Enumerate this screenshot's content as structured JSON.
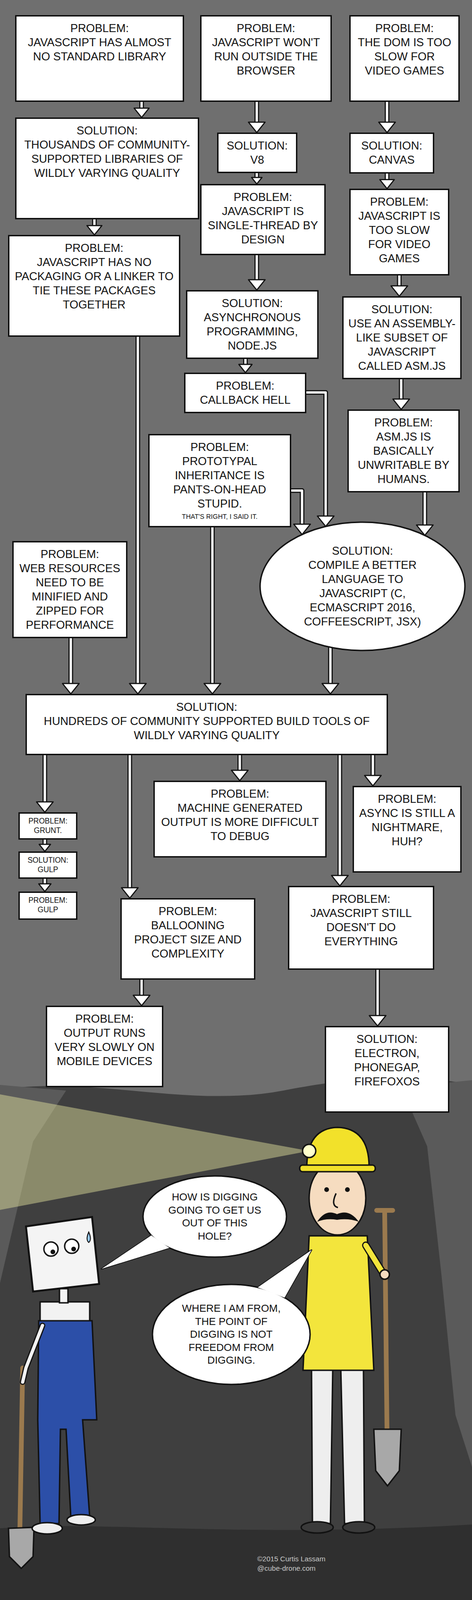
{
  "diagram": {
    "nodes": [
      {
        "text": [
          "PROBLEM:",
          "JAVASCRIPT HAS ALMOST NO STANDARD LIBRARY"
        ]
      },
      {
        "text": [
          "PROBLEM:",
          "JAVASCRIPT WON'T RUN OUTSIDE THE BROWSER"
        ]
      },
      {
        "text": [
          "PROBLEM:",
          "THE DOM IS TOO SLOW FOR VIDEO GAMES"
        ]
      },
      {
        "text": [
          "SOLUTION:",
          "THOUSANDS OF COMMUNITY-SUPPORTED LIBRARIES OF WILDLY VARYING QUALITY"
        ]
      },
      {
        "text": [
          "SOLUTION:",
          "V8"
        ]
      },
      {
        "text": [
          "SOLUTION:",
          "CANVAS"
        ]
      },
      {
        "text": [
          "PROBLEM:",
          "JAVASCRIPT IS SINGLE-THREAD BY DESIGN"
        ]
      },
      {
        "text": [
          "PROBLEM:",
          "JAVASCRIPT IS TOO SLOW FOR VIDEO GAMES"
        ]
      },
      {
        "text": [
          "PROBLEM:",
          "JAVASCRIPT HAS NO PACKAGING OR A LINKER TO TIE THESE PACKAGES TOGETHER"
        ]
      },
      {
        "text": [
          "SOLUTION:",
          "ASYNCHRONOUS PROGRAMMING, NODE.JS"
        ]
      },
      {
        "text": [
          "SOLUTION:",
          "USE AN ASSEMBLY-LIKE SUBSET OF JAVASCRIPT CALLED ASM.JS"
        ]
      },
      {
        "text": [
          "PROBLEM:",
          "CALLBACK HELL"
        ]
      },
      {
        "text": [
          "PROBLEM:",
          "PROTOTYPAL INHERITANCE IS PANTS-ON-HEAD STUPID.",
          "THAT'S RIGHT, I SAID IT."
        ]
      },
      {
        "text": [
          "PROBLEM:",
          "ASM.JS IS BASICALLY UNWRITABLE BY HUMANS."
        ]
      },
      {
        "text": [
          "PROBLEM:",
          "WEB RESOURCES NEED TO BE MINIFIED AND ZIPPED FOR PERFORMANCE"
        ]
      },
      {
        "text": [
          "SOLUTION:",
          "COMPILE A BETTER LANGUAGE TO JAVASCRIPT (C, ECMASCRIPT 2016, COFFEESCRIPT, JSX)"
        ]
      },
      {
        "text": [
          "SOLUTION:",
          "HUNDREDS OF COMMUNITY SUPPORTED BUILD TOOLS OF WILDLY VARYING QUALITY"
        ]
      },
      {
        "text": [
          "PROBLEM:",
          "GRUNT."
        ]
      },
      {
        "text": [
          "PROBLEM:",
          "MACHINE GENERATED OUTPUT IS MORE DIFFICULT TO DEBUG"
        ]
      },
      {
        "text": [
          "PROBLEM:",
          "ASYNC IS STILL A NIGHTMARE, HUH?"
        ]
      },
      {
        "text": [
          "SOLUTION:",
          "GULP"
        ]
      },
      {
        "text": [
          "PROBLEM:",
          "GULP"
        ]
      },
      {
        "text": [
          "PROBLEM:",
          "BALLOONING PROJECT SIZE AND COMPLEXITY"
        ]
      },
      {
        "text": [
          "PROBLEM:",
          "JAVASCRIPT STILL DOESN'T DO EVERYTHING"
        ]
      },
      {
        "text": [
          "PROBLEM:",
          "OUTPUT RUNS VERY SLOWLY ON MOBILE DEVICES"
        ]
      },
      {
        "text": [
          "SOLUTION:",
          "ELECTRON, PHONEGAP, FIREFOXOS"
        ]
      },
      {
        "text": [
          "HOW IS DIGGING GOING TO GET US OUT OF THIS HOLE?"
        ]
      },
      {
        "text": [
          "WHERE I AM FROM, THE POINT OF DIGGING IS NOT FREEDOM FROM DIGGING."
        ]
      }
    ],
    "edges": [
      {
        "from": 0,
        "to": 3,
        "arrow": "to"
      },
      {
        "from": 1,
        "to": 4,
        "arrow": "to"
      },
      {
        "from": 2,
        "to": 5,
        "arrow": "to"
      },
      {
        "from": 3,
        "to": 8,
        "arrow": "to"
      },
      {
        "from": 4,
        "to": 6,
        "arrow": "to"
      },
      {
        "from": 5,
        "to": 7,
        "arrow": "to"
      },
      {
        "from": 6,
        "to": 9,
        "arrow": "to"
      },
      {
        "from": 7,
        "to": 10,
        "arrow": "to"
      },
      {
        "from": 9,
        "to": 11,
        "arrow": "to"
      },
      {
        "from": 10,
        "to": 13,
        "arrow": "to"
      },
      {
        "from": 11,
        "to": 15,
        "arrow": "to"
      },
      {
        "from": 12,
        "to": 15,
        "arrow": "to"
      },
      {
        "from": 13,
        "to": 15,
        "arrow": "to"
      },
      {
        "from": 8,
        "to": 16,
        "arrow": "to"
      },
      {
        "from": 12,
        "to": 16,
        "arrow": "to"
      },
      {
        "from": 14,
        "to": 16,
        "arrow": "to"
      },
      {
        "from": 15,
        "to": 16,
        "arrow": "to"
      },
      {
        "from": 16,
        "to": 17,
        "arrow": "to"
      },
      {
        "from": 17,
        "to": 20,
        "arrow": "to"
      },
      {
        "from": 20,
        "to": 21,
        "arrow": "to"
      },
      {
        "from": 16,
        "to": 18,
        "arrow": "to"
      },
      {
        "from": 16,
        "to": 19,
        "arrow": "to"
      },
      {
        "from": 16,
        "to": 22,
        "arrow": "to"
      },
      {
        "from": 16,
        "to": 23,
        "arrow": "to"
      },
      {
        "from": 22,
        "to": 24,
        "arrow": "to"
      },
      {
        "from": 23,
        "to": 25,
        "arrow": "to"
      }
    ],
    "labels": [
      "©2015 Curtis Lassam",
      "@cube-drone.com"
    ]
  }
}
